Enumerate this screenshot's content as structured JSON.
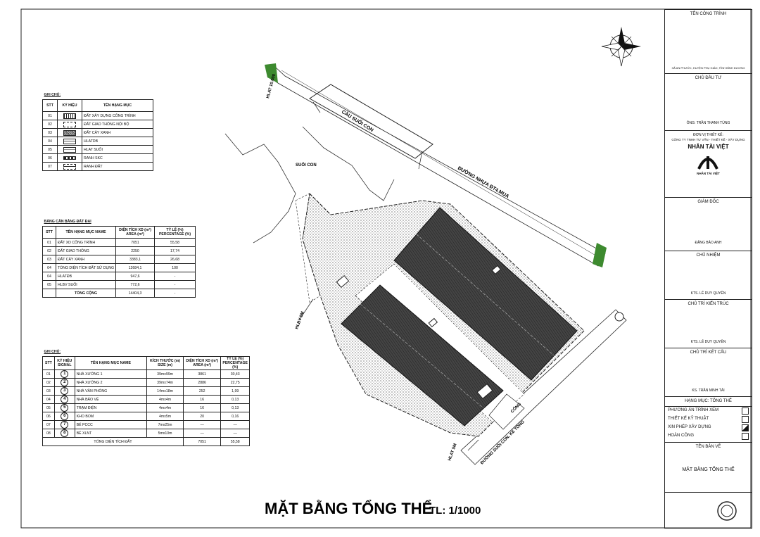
{
  "drawing_title": "MẶT BẰNG TỔNG THỂ",
  "scale": "TL: 1/1000",
  "map_labels": {
    "bridge": "CẦU SUỐI CON",
    "stream": "SUỐI CON",
    "road_main": "ĐƯỜNG NHỰA ĐT4.MUA",
    "road_side": "ĐƯỜNG SUỐI CON, KE TÔNG",
    "hlat_top": "HLAT 10.000",
    "hlat_left": "HLBV 5M",
    "hlat_bottom": "HLAT 5M",
    "gate": "CỔNG"
  },
  "legend": {
    "caption": "GHI CHÚ:",
    "headers": [
      "STT",
      "KÝ HIỆU",
      "TÊN HẠNG MỤC"
    ],
    "rows": [
      {
        "stt": "01",
        "name": "ĐẤT XÂY DỰNG CÔNG TRÌNH",
        "symbol": "hatch-build"
      },
      {
        "stt": "02",
        "name": "ĐẤT GIAO THÔNG NỘI BỘ",
        "symbol": "dash-road"
      },
      {
        "stt": "03",
        "name": "ĐẤT CÂY XANH",
        "symbol": "dot-green"
      },
      {
        "stt": "04",
        "name": "HLATDB",
        "symbol": "line-hlat"
      },
      {
        "stt": "05",
        "name": "HLAT SUỐI",
        "symbol": "line-stream"
      },
      {
        "stt": "06",
        "name": "RANH SKC",
        "symbol": "border-skc"
      },
      {
        "stt": "07",
        "name": "RANH ĐẤT",
        "symbol": "border-land"
      }
    ]
  },
  "land_table": {
    "caption": "BẢNG CÂN BẰNG ĐẤT ĐAI",
    "headers": [
      "STT",
      "TÊN HẠNG MỤC NAME",
      "DIỆN TÍCH XD (m²) AREA (m²)",
      "TỶ LỆ (%) PERCENTAGE (%)"
    ],
    "rows": [
      {
        "stt": "01",
        "name": "ĐẤT XD CÔNG TRÌNH",
        "area": "7051",
        "pct": "55,58"
      },
      {
        "stt": "02",
        "name": "ĐẤT GIAO THÔNG",
        "area": "2250",
        "pct": "17,74"
      },
      {
        "stt": "03",
        "name": "ĐẤT CÂY XANH",
        "area": "3383,1",
        "pct": "26,68"
      },
      {
        "stt": "04",
        "name": "TỔNG DIỆN TÍCH ĐẤT SỬ DỤNG",
        "area": "12684,1",
        "pct": "100"
      },
      {
        "stt": "04",
        "name": "HLATĐB",
        "area": "947,6",
        "pct": "-"
      },
      {
        "stt": "05",
        "name": "HLBV SUỐI",
        "area": "772,6",
        "pct": "-"
      }
    ],
    "total_label": "TỔNG CỘNG",
    "total_area": "14404,3",
    "total_pct": "-"
  },
  "build_table": {
    "caption": "GHI CHÚ:",
    "headers": [
      "STT",
      "KÝ HIỆU SIGNAL",
      "TÊN HẠNG MỤC NAME",
      "KÍCH THƯỚC (m) SIZE (m)",
      "DIỆN TÍCH XD (m²) AREA (m²)",
      "TỶ LỆ (%) PERCENTAGE (%)"
    ],
    "rows": [
      {
        "stt": "01",
        "sig": "1",
        "name": "NHÀ XƯỞNG 1",
        "size": "39mx99m",
        "area": "3861",
        "pct": "30,43"
      },
      {
        "stt": "02",
        "sig": "2",
        "name": "NHÀ XƯỞNG 2",
        "size": "39mx74m",
        "area": "2886",
        "pct": "22,75"
      },
      {
        "stt": "03",
        "sig": "3",
        "name": "NHÀ VĂN PHÒNG",
        "size": "14mx18m",
        "area": "252",
        "pct": "1,99"
      },
      {
        "stt": "04",
        "sig": "4",
        "name": "NHÀ BẢO VỆ",
        "size": "4mx4m",
        "area": "16",
        "pct": "0,13"
      },
      {
        "stt": "05",
        "sig": "5",
        "name": "TRẠM ĐIỆN",
        "size": "4mx4m",
        "area": "16",
        "pct": "0,13"
      },
      {
        "stt": "06",
        "sig": "6",
        "name": "KHO BOM",
        "size": "4mx5m",
        "area": "20",
        "pct": "0,16"
      },
      {
        "stt": "07",
        "sig": "7",
        "name": "BỂ PCCC",
        "size": "7mx25m",
        "area": "—",
        "pct": "—"
      },
      {
        "stt": "08",
        "sig": "8",
        "name": "BỂ XLNT",
        "size": "5mx10m",
        "area": "—",
        "pct": "—"
      }
    ],
    "total_label": "TỔNG DIỆN TÍCH ĐẤT",
    "total_area": "7051",
    "total_pct": "55,58"
  },
  "title_block": {
    "project_label": "TÊN CÔNG TRÌNH",
    "project_location": "XÃ AN PHƯỚC, HUYỆN PHỤ GIÁO, TỈNH BÌNH DƯƠNG",
    "owner_label": "CHỦ ĐẦU TƯ",
    "owner_name": "ÔNG: TRẦN THANH TÙNG",
    "consultant_label": "ĐƠN VỊ THIẾT KẾ:",
    "consultant_name": "CÔNG TY TNHH TƯ VẤN - THIẾT KẾ - XÂY DỰNG",
    "company": "NHÂN TÀI VIỆT",
    "logo_caption": "NHÂN TÀI VIỆT",
    "director_label": "GIÁM ĐỐC",
    "director_name": "ĐẶNG BẢO ANH",
    "chief_label": "CHỦ NHIỆM",
    "chief_name": "KTS. LÊ DUY QUYÊN",
    "arch_label": "CHỦ TRÌ KIẾN TRÚC",
    "arch_name": "KTS. LÊ DUY QUYÊN",
    "struct_label": "CHỦ TRÌ KẾT CẤU",
    "struct_name": "KS. TRẦN MINH TÀI",
    "category_label": "HẠNG MỤC: TỔNG THỂ",
    "options": [
      "PHƯƠNG ÁN TRÌNH XEM",
      "THIẾT KẾ KỸ THUẬT",
      "XIN PHÉP XÂY DỰNG",
      "HOÀN CÔNG"
    ],
    "drawing_name_label": "TÊN BẢN VẼ",
    "drawing_name": "MẶT BẰNG TỔNG THỂ"
  }
}
